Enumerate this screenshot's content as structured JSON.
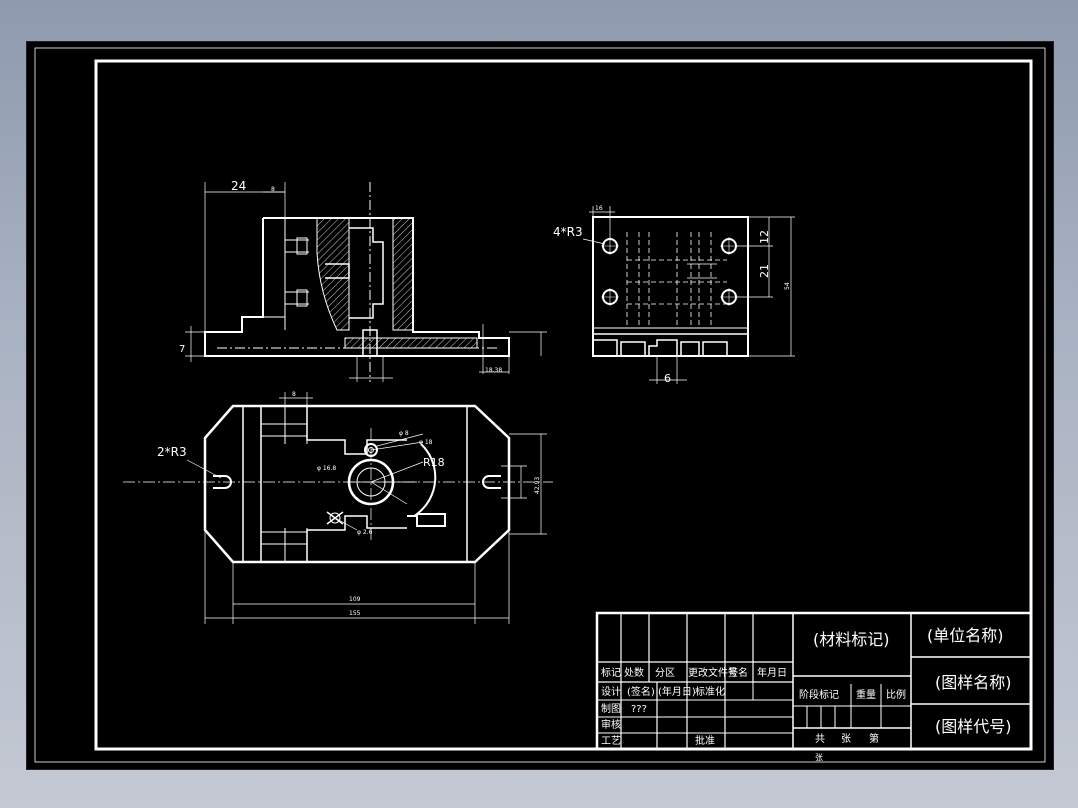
{
  "dimensions": {
    "top_width": "24",
    "top_small": "8",
    "left_height": "7",
    "bottom_right": "18.38",
    "hole_label": "4*R3",
    "side_top_small": "16",
    "side_12": "12",
    "side_21": "21",
    "side_total": "54",
    "side_bottom": "6",
    "plan_top_small": "8",
    "slot_label": "2*R3",
    "d_small": "φ 8",
    "d_18": "φ 18",
    "d_16": "φ 16.8",
    "radius": "R18",
    "d_bottom": "φ 2.6",
    "plan_right": "42.93",
    "plan_inner_width": "109",
    "plan_total_width": "155"
  },
  "title_block": {
    "material": "(材料标记)",
    "company": "(单位名称)",
    "drawing_name": "(图样名称)",
    "drawing_code": "(图样代号)",
    "header_row": [
      "标记",
      "处数",
      "分区",
      "更改文件号",
      "签名",
      "年月日"
    ],
    "row_design": [
      "设计",
      "(签名)",
      "(年月日)",
      "标准化"
    ],
    "row_drawing": [
      "制图",
      "???"
    ],
    "review": "审核",
    "process": "工艺",
    "approve": "批准",
    "stage_mark": "阶段标记",
    "weight": "重量",
    "scale": "比例",
    "sheets_total": "共",
    "sheets_label": "张",
    "sheet_no": "第",
    "sheet_suffix": "张"
  }
}
